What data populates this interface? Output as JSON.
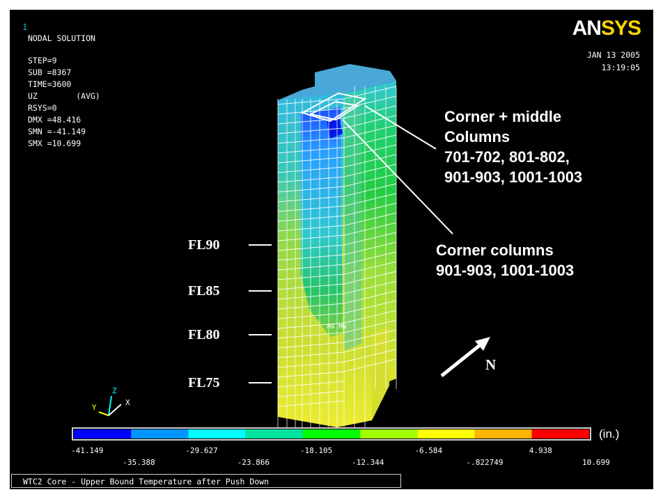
{
  "view_number": "1",
  "logo": {
    "part1": "AN",
    "part2": "SYS"
  },
  "info": {
    "title": "NODAL SOLUTION",
    "lines": [
      "STEP=9",
      "SUB =8367",
      "TIME=3600",
      "UZ        (AVG)",
      "RSYS=0",
      "DMX =48.416",
      "SMN =-41.149",
      "SMX =10.699"
    ]
  },
  "date": "JAN 13 2005",
  "time": "13:19:05",
  "annotations": {
    "corner_middle": "Corner + middle\nColumns\n701-702, 801-802,\n901-903, 1001-1003",
    "corner_only": "Corner columns\n901-903, 1001-1003"
  },
  "floors": [
    "FL90",
    "FL85",
    "FL80",
    "FL75"
  ],
  "north": "N",
  "axis_triad": {
    "z": "Z",
    "y": "Y",
    "x": "X"
  },
  "model_text": "MX MN",
  "legend": {
    "unit": "(in.)",
    "colors": [
      "#0000ff",
      "#0096ff",
      "#00ffff",
      "#00e4a0",
      "#00ff00",
      "#a0ff00",
      "#ffff00",
      "#ffb400",
      "#ff0000"
    ],
    "ticks_top": [
      "-41.149",
      "-29.627",
      "-18.105",
      "-6.584",
      "4.938"
    ],
    "ticks_bottom": [
      "-35.388",
      "-23.866",
      "-12.344",
      "-.822749",
      "10.699"
    ]
  },
  "footer": "WTC2 Core - Upper Bound Temperature after Push Down"
}
